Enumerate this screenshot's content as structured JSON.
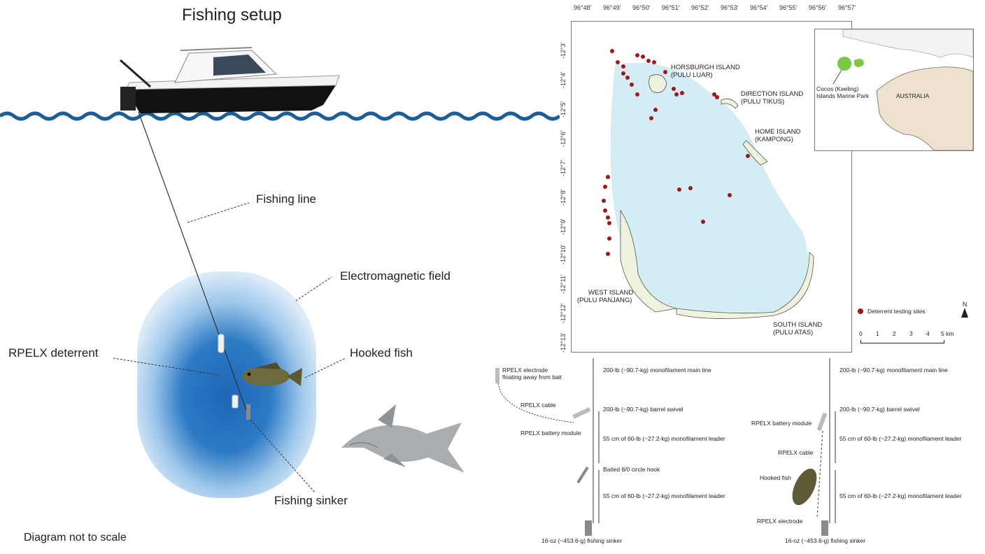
{
  "setup": {
    "title": "Fishing setup",
    "fishing_line": "Fishing line",
    "em_field": "Electromagnetic field",
    "rpelx": "RPELX deterrent",
    "hooked_fish": "Hooked fish",
    "fishing_sinker": "Fishing sinker",
    "note": "Diagram not to scale"
  },
  "map": {
    "lon_ticks": [
      "96°48'",
      "96°49'",
      "96°50'",
      "96°51'",
      "96°52'",
      "96°53'",
      "96°54'",
      "96°55'",
      "96°56'",
      "96°57'"
    ],
    "lat_ticks": [
      "-12°3'",
      "-12°4'",
      "-12°5'",
      "-12°6'",
      "-12°7'",
      "-12°8'",
      "-12°9'",
      "-12°10'",
      "-12°11'",
      "-12°12'",
      "-12°13'"
    ],
    "islands": {
      "horsburgh_1": "HORSBURGH ISLAND",
      "horsburgh_2": "(PULU LUAR)",
      "direction_1": "DIRECTION ISLAND",
      "direction_2": "(PULU TIKUS)",
      "home_1": "HOME ISLAND",
      "home_2": "(KAMPONG)",
      "west_1": "WEST ISLAND",
      "west_2": "(PULU PANJANG)",
      "south_1": "SOUTH ISLAND",
      "south_2": "(PULU ATAS)"
    },
    "legend_sites": "Deterrent testing sites",
    "scale": [
      "0",
      "1",
      "2",
      "3",
      "4",
      "5 km"
    ],
    "north": "N",
    "inset_cocos_1": "Cocos (Keeling)",
    "inset_cocos_2": "Islands Marine Park",
    "inset_australia": "AUSTRALIA",
    "site_color": "#a01818",
    "water_color": "#d6eef5",
    "land_color": "#eef3dd"
  },
  "rig_left": {
    "electrode_1": "RPELX electrode",
    "electrode_2": "floating away from bait",
    "cable": "RPELX cable",
    "battery": "RPELX battery module",
    "main_line": "200-lb (~90.7-kg) monofilament main line",
    "swivel": "200-lb (~90.7-kg) barrel swivel",
    "leader1": "55 cm of 60-lb (~27.2-kg) monofilament leader",
    "hook": "Baited 8/0 circle hook",
    "leader2": "55 cm of 60-lb (~27.2-kg) monofilament leader",
    "sinker": "16-oz (~453.6-g) fishing sinker"
  },
  "rig_right": {
    "battery": "RPELX battery module",
    "cable": "RPELX cable",
    "hooked_fish": "Hooked fish",
    "electrode": "RPELX electrode",
    "main_line": "200-lb (~90.7-kg) monofilament main line",
    "swivel": "200-lb (~90.7-kg) barrel swivel",
    "leader1": "55 cm of 60-lb (~27.2-kg) monofilament leader",
    "leader2": "55 cm of 60-lb (~27.2-kg) monofilament leader",
    "sinker": "16-oz (~453.6-g) fishing sinker"
  }
}
